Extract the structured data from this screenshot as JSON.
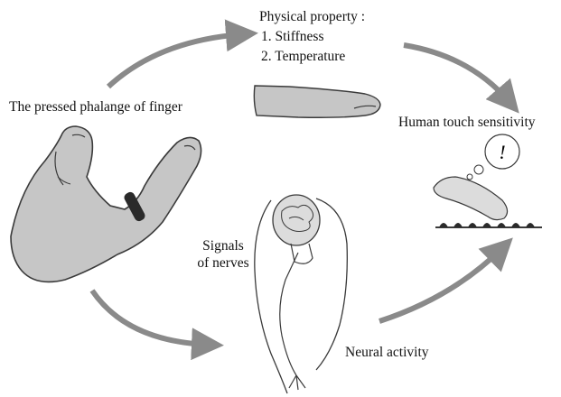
{
  "colors": {
    "arrow": "#8a8a8a",
    "skin": "#c6c6c6",
    "skin_light": "#dcdcdc",
    "outline": "#3a3a3a",
    "ring": "#2a2a2a"
  },
  "labels": {
    "property_title": "Physical property :",
    "property_items": [
      "1. Stiffness",
      "2. Temperature"
    ],
    "pressed_phalange": "The pressed phalange of finger",
    "touch_sensitivity": "Human touch sensitivity",
    "signals_of_nerves": "Signals of nerves",
    "neural_activity": "Neural activity",
    "exclamation": "!"
  },
  "icons": {
    "hand": "hand-with-ring-icon",
    "finger": "finger-icon",
    "human": "human-figure-icon",
    "finger_touch": "finger-touching-surface-icon",
    "thought": "thought-bubble-icon"
  }
}
